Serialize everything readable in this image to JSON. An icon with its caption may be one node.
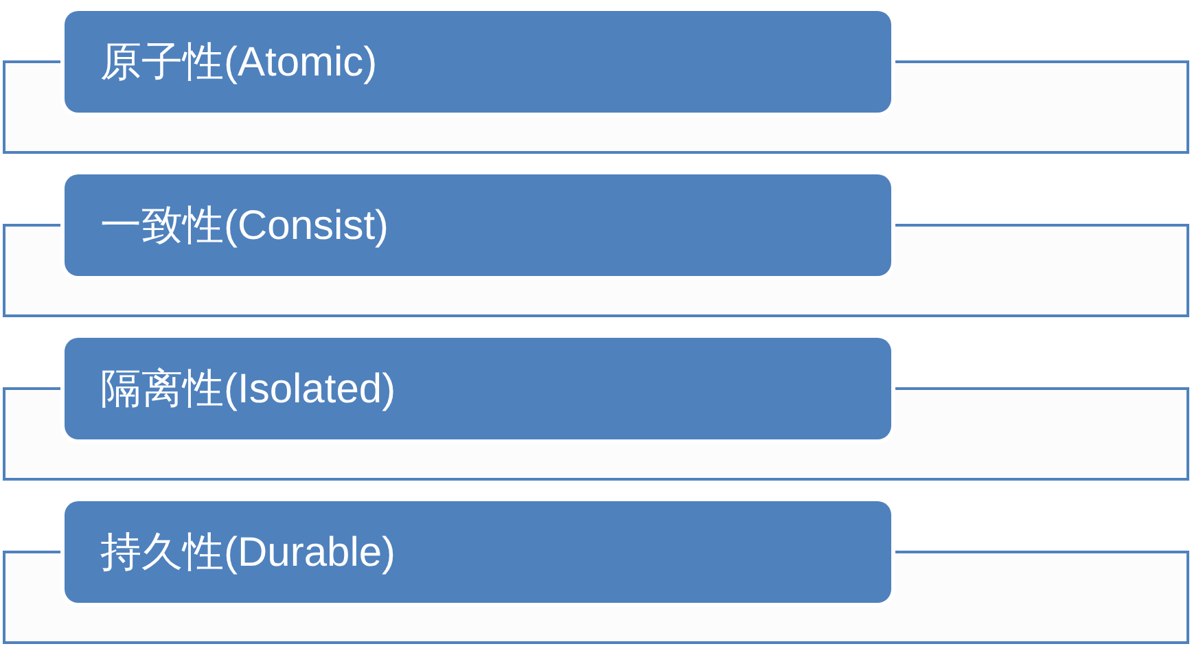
{
  "diagram": {
    "nodes": [
      {
        "text": [],
        "shape": "box"
      },
      {
        "text": [
          "原子性(Atomic)"
        ]
      },
      {
        "text": [],
        "shape": "box"
      },
      {
        "text": [
          "一致性(Consist)"
        ]
      },
      {
        "text": [],
        "shape": "box"
      },
      {
        "text": [
          "隔离性(Isolated)"
        ]
      },
      {
        "text": [],
        "shape": "box"
      },
      {
        "text": [
          "持久性(Durable)"
        ]
      }
    ]
  }
}
